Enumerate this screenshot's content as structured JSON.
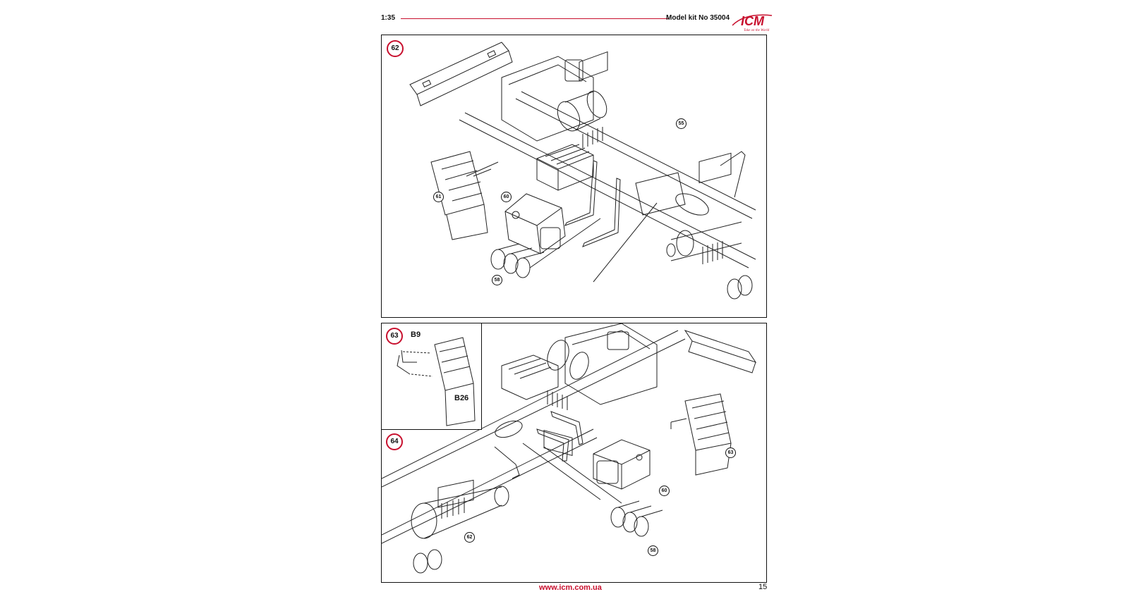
{
  "header": {
    "scale": "1:35",
    "kit": "Model kit No 35004",
    "logo": {
      "brand": "ICM",
      "tagline": "Take on the World"
    },
    "accent_color": "#c8102e"
  },
  "steps": {
    "s62": {
      "number": "62",
      "callouts": [
        "55",
        "61",
        "60",
        "58"
      ]
    },
    "s63": {
      "number": "63",
      "parts": [
        "B9",
        "B26"
      ]
    },
    "s64": {
      "number": "64",
      "callouts": [
        "63",
        "60",
        "58",
        "62"
      ]
    }
  },
  "footer": {
    "url": "www.icm.com.ua",
    "page": "15"
  }
}
